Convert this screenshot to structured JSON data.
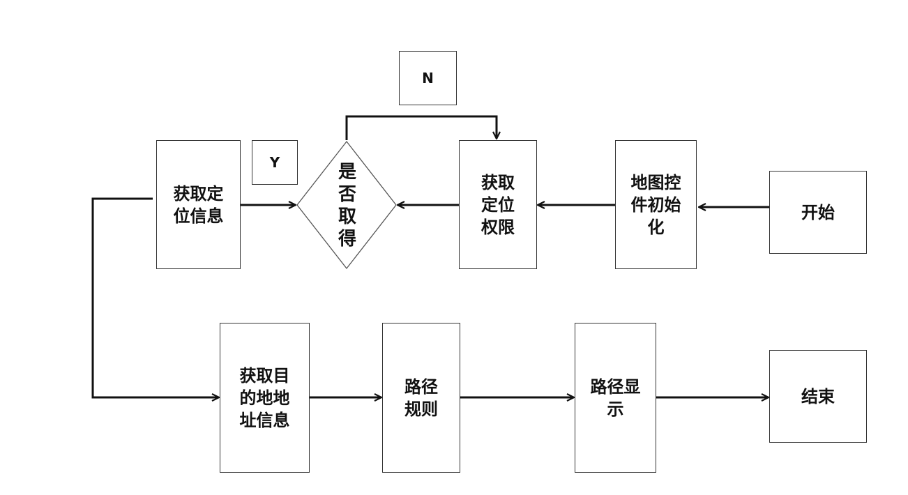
{
  "nodes": {
    "start": "开始",
    "map_init": "地图控件初始化",
    "get_permission": "获取定位权限",
    "decision": "是否取得",
    "get_location": "获取定位信息",
    "get_destination": "获取目的地地址信息",
    "route_plan": "路径规则",
    "route_display": "路径显示",
    "end": "结束"
  },
  "labels": {
    "no": "N",
    "yes": "Y"
  },
  "colors": {
    "stroke": "#111111",
    "border": "#333333",
    "diamond_border": "#555555"
  }
}
